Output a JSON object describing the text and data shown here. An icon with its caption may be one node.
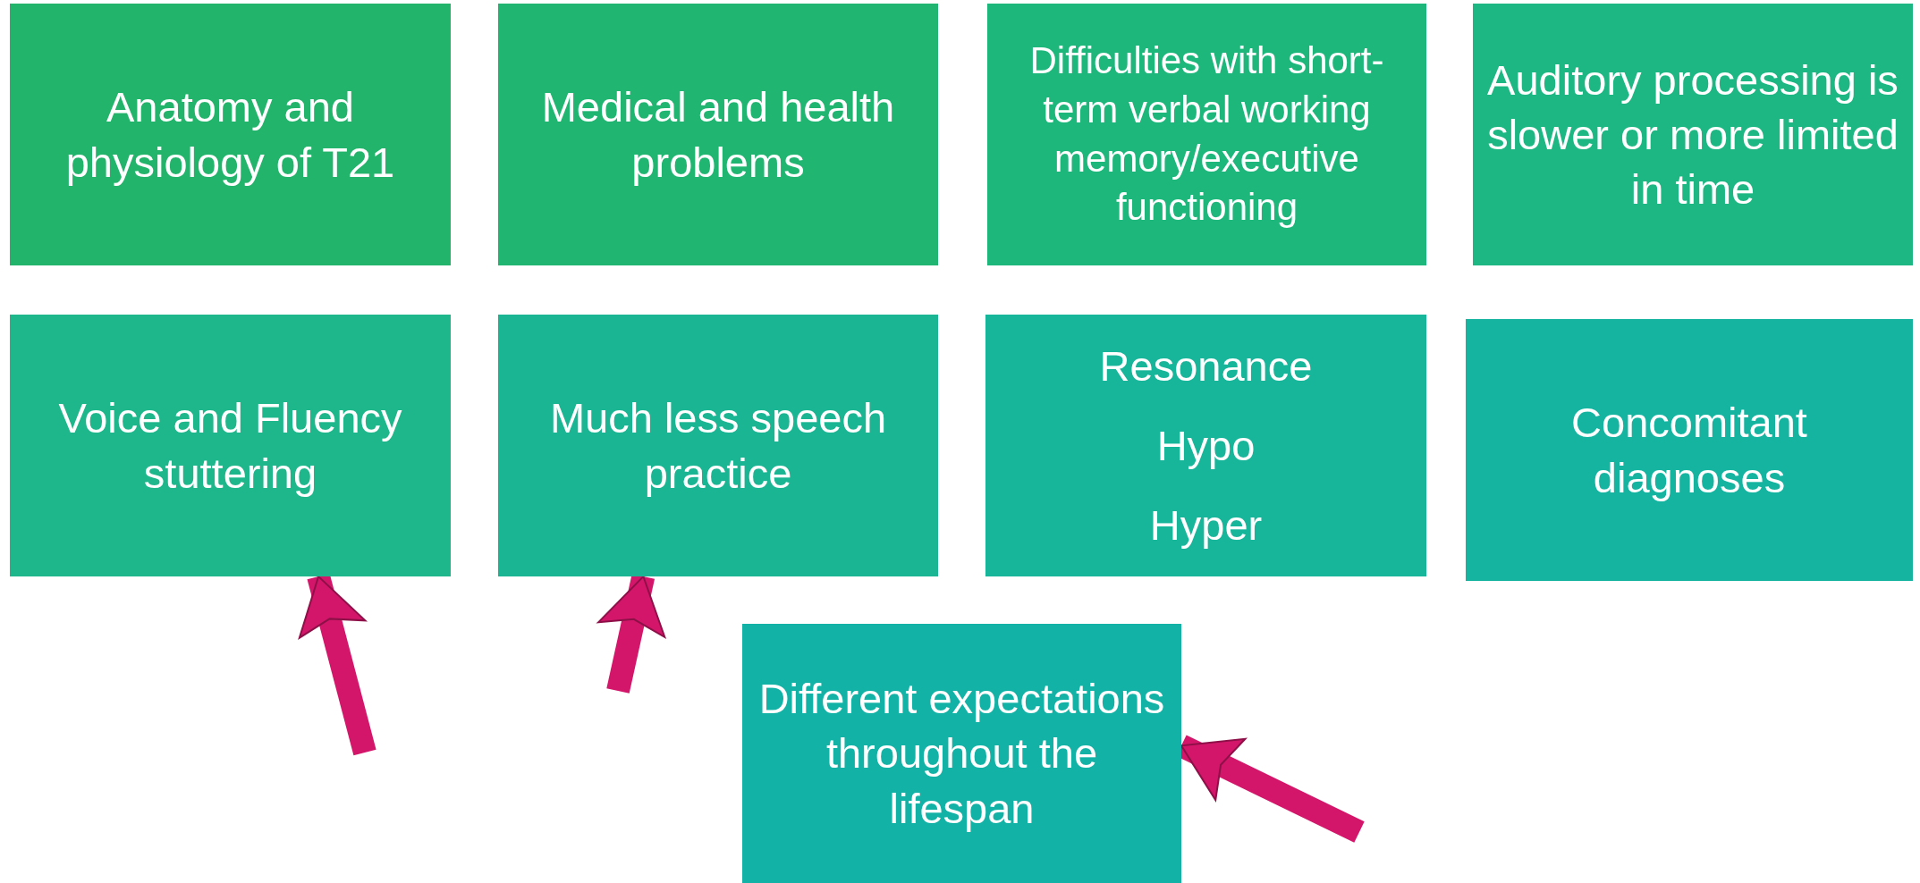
{
  "diagram": {
    "nodes": [
      {
        "text": [
          "Anatomy and physiology of T21"
        ]
      },
      {
        "text": [
          "Medical and health problems"
        ]
      },
      {
        "text": [
          "Difficulties with short-term verbal working memory/executive functioning"
        ]
      },
      {
        "text": [
          "Auditory processing is slower or more limited in time"
        ]
      },
      {
        "text": [
          "Voice and Fluency stuttering"
        ]
      },
      {
        "text": [
          "Much less speech practice"
        ]
      },
      {
        "text": [
          "Resonance",
          "Hypo",
          "Hyper"
        ]
      },
      {
        "text": [
          "Concomitant diagnoses"
        ]
      },
      {
        "text": [
          "Different expectations throughout the lifespan"
        ]
      }
    ],
    "edges": [
      {
        "from": null,
        "to": 4,
        "arrow": "to"
      },
      {
        "from": null,
        "to": 5,
        "arrow": "to"
      },
      {
        "from": null,
        "to": 8,
        "arrow": "to"
      }
    ]
  }
}
